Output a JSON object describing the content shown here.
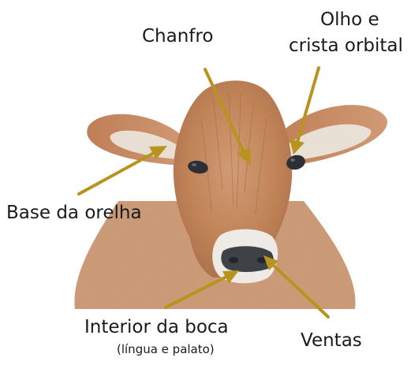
{
  "labels": {
    "chanfro": "Chanfro",
    "olho_line1": "Olho e",
    "olho_line2": "crista orbital",
    "base_orelha": "Base da orelha",
    "interior_boca": "Interior da boca",
    "interior_boca_sub": "(língua e palato)",
    "ventas": "Ventas"
  },
  "colors": {
    "pointer": "#B8941E",
    "text": "#1a1a1a",
    "hair": "#C98A5C",
    "hair_dark": "#A86A45",
    "ear_inner": "#F4EEE6",
    "muzzle_white": "#F8F6F2",
    "nose_dark": "#3E4247",
    "eye_dark": "#2C3036"
  }
}
